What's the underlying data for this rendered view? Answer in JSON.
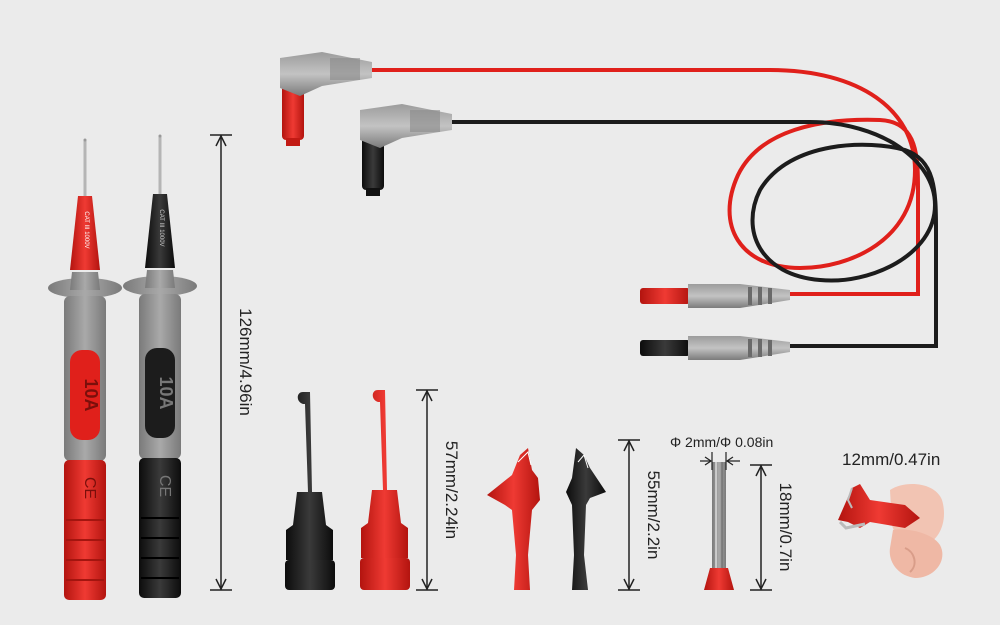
{
  "labels": {
    "probe_length": "126mm/4.96in",
    "hook_length": "57mm/2.24in",
    "clip_length": "55mm/2.2in",
    "pin_diameter": "Φ 2mm/Φ 0.08in",
    "pin_length": "18mm/0.7in",
    "mini_clip_opening": "12mm/0.47in",
    "probe_rating": "10A",
    "probe_mark": "CE",
    "probe_voltage": "CAT III 1000V"
  },
  "colors": {
    "red": "#e0201b",
    "black": "#1c1c1c",
    "grey": "#8e8e8e",
    "background": "#ebebeb"
  }
}
